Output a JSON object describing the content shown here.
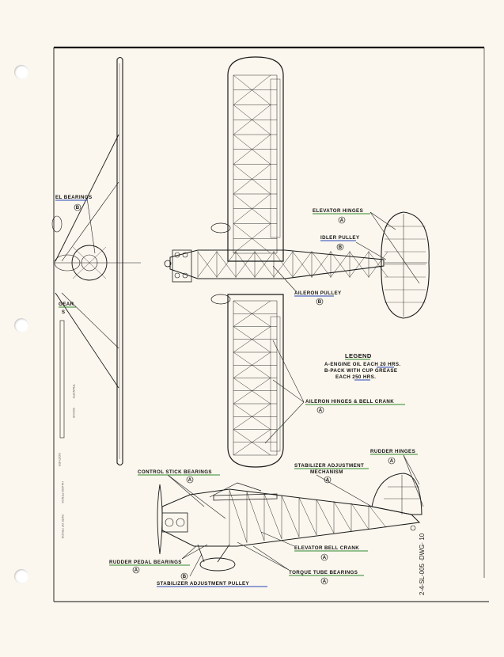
{
  "callouts": {
    "bearings_left": "EL BEARINGS",
    "gear_left": "GEAR",
    "gear_left_code": "S",
    "elevator_hinges": "ELEVATOR HINGES",
    "idler_pulley": "IDLER PULLEY",
    "aileron_pulley": "AILERON PULLEY",
    "aileron_hinges": "AILERON HINGES & BELL CRANK",
    "rudder_hinges": "RUDDER HINGES",
    "control_stick": "CONTROL STICK BEARINGS",
    "stabilizer_mech_1": "STABILIZER ADJUSTMENT",
    "stabilizer_mech_2": "MECHANISM",
    "elevator_bell": "ELEVATOR BELL CRANK",
    "rudder_pedal": "RUDDER PEDAL BEARINGS",
    "torque_tube": "TORQUE TUBE BEARINGS",
    "stabilizer_pulley": "STABILIZER ADJUSTMENT PULLEY"
  },
  "codes": {
    "a": "A",
    "b": "B",
    "s": "S"
  },
  "legend": {
    "title": "LEGEND",
    "line1": "A-ENGINE OIL EACH 20 HRS.",
    "line2": "B-PACK WITH CUP GREASE",
    "line3": "EACH 250 HRS."
  },
  "side_annotations": {
    "a": "TRANSPO",
    "b": "SOCKE",
    "c": "NOITHER",
    "d": "HA ASS PENDS",
    "e": "RATE OF PENDS"
  },
  "page_number": "2-4-SL-005 ·DWG· 10",
  "colors": {
    "paper": "#fbf7ee",
    "ink": "#1a1a1a",
    "underline_green": "#2f8a2f",
    "underline_blue": "#2846b8"
  }
}
